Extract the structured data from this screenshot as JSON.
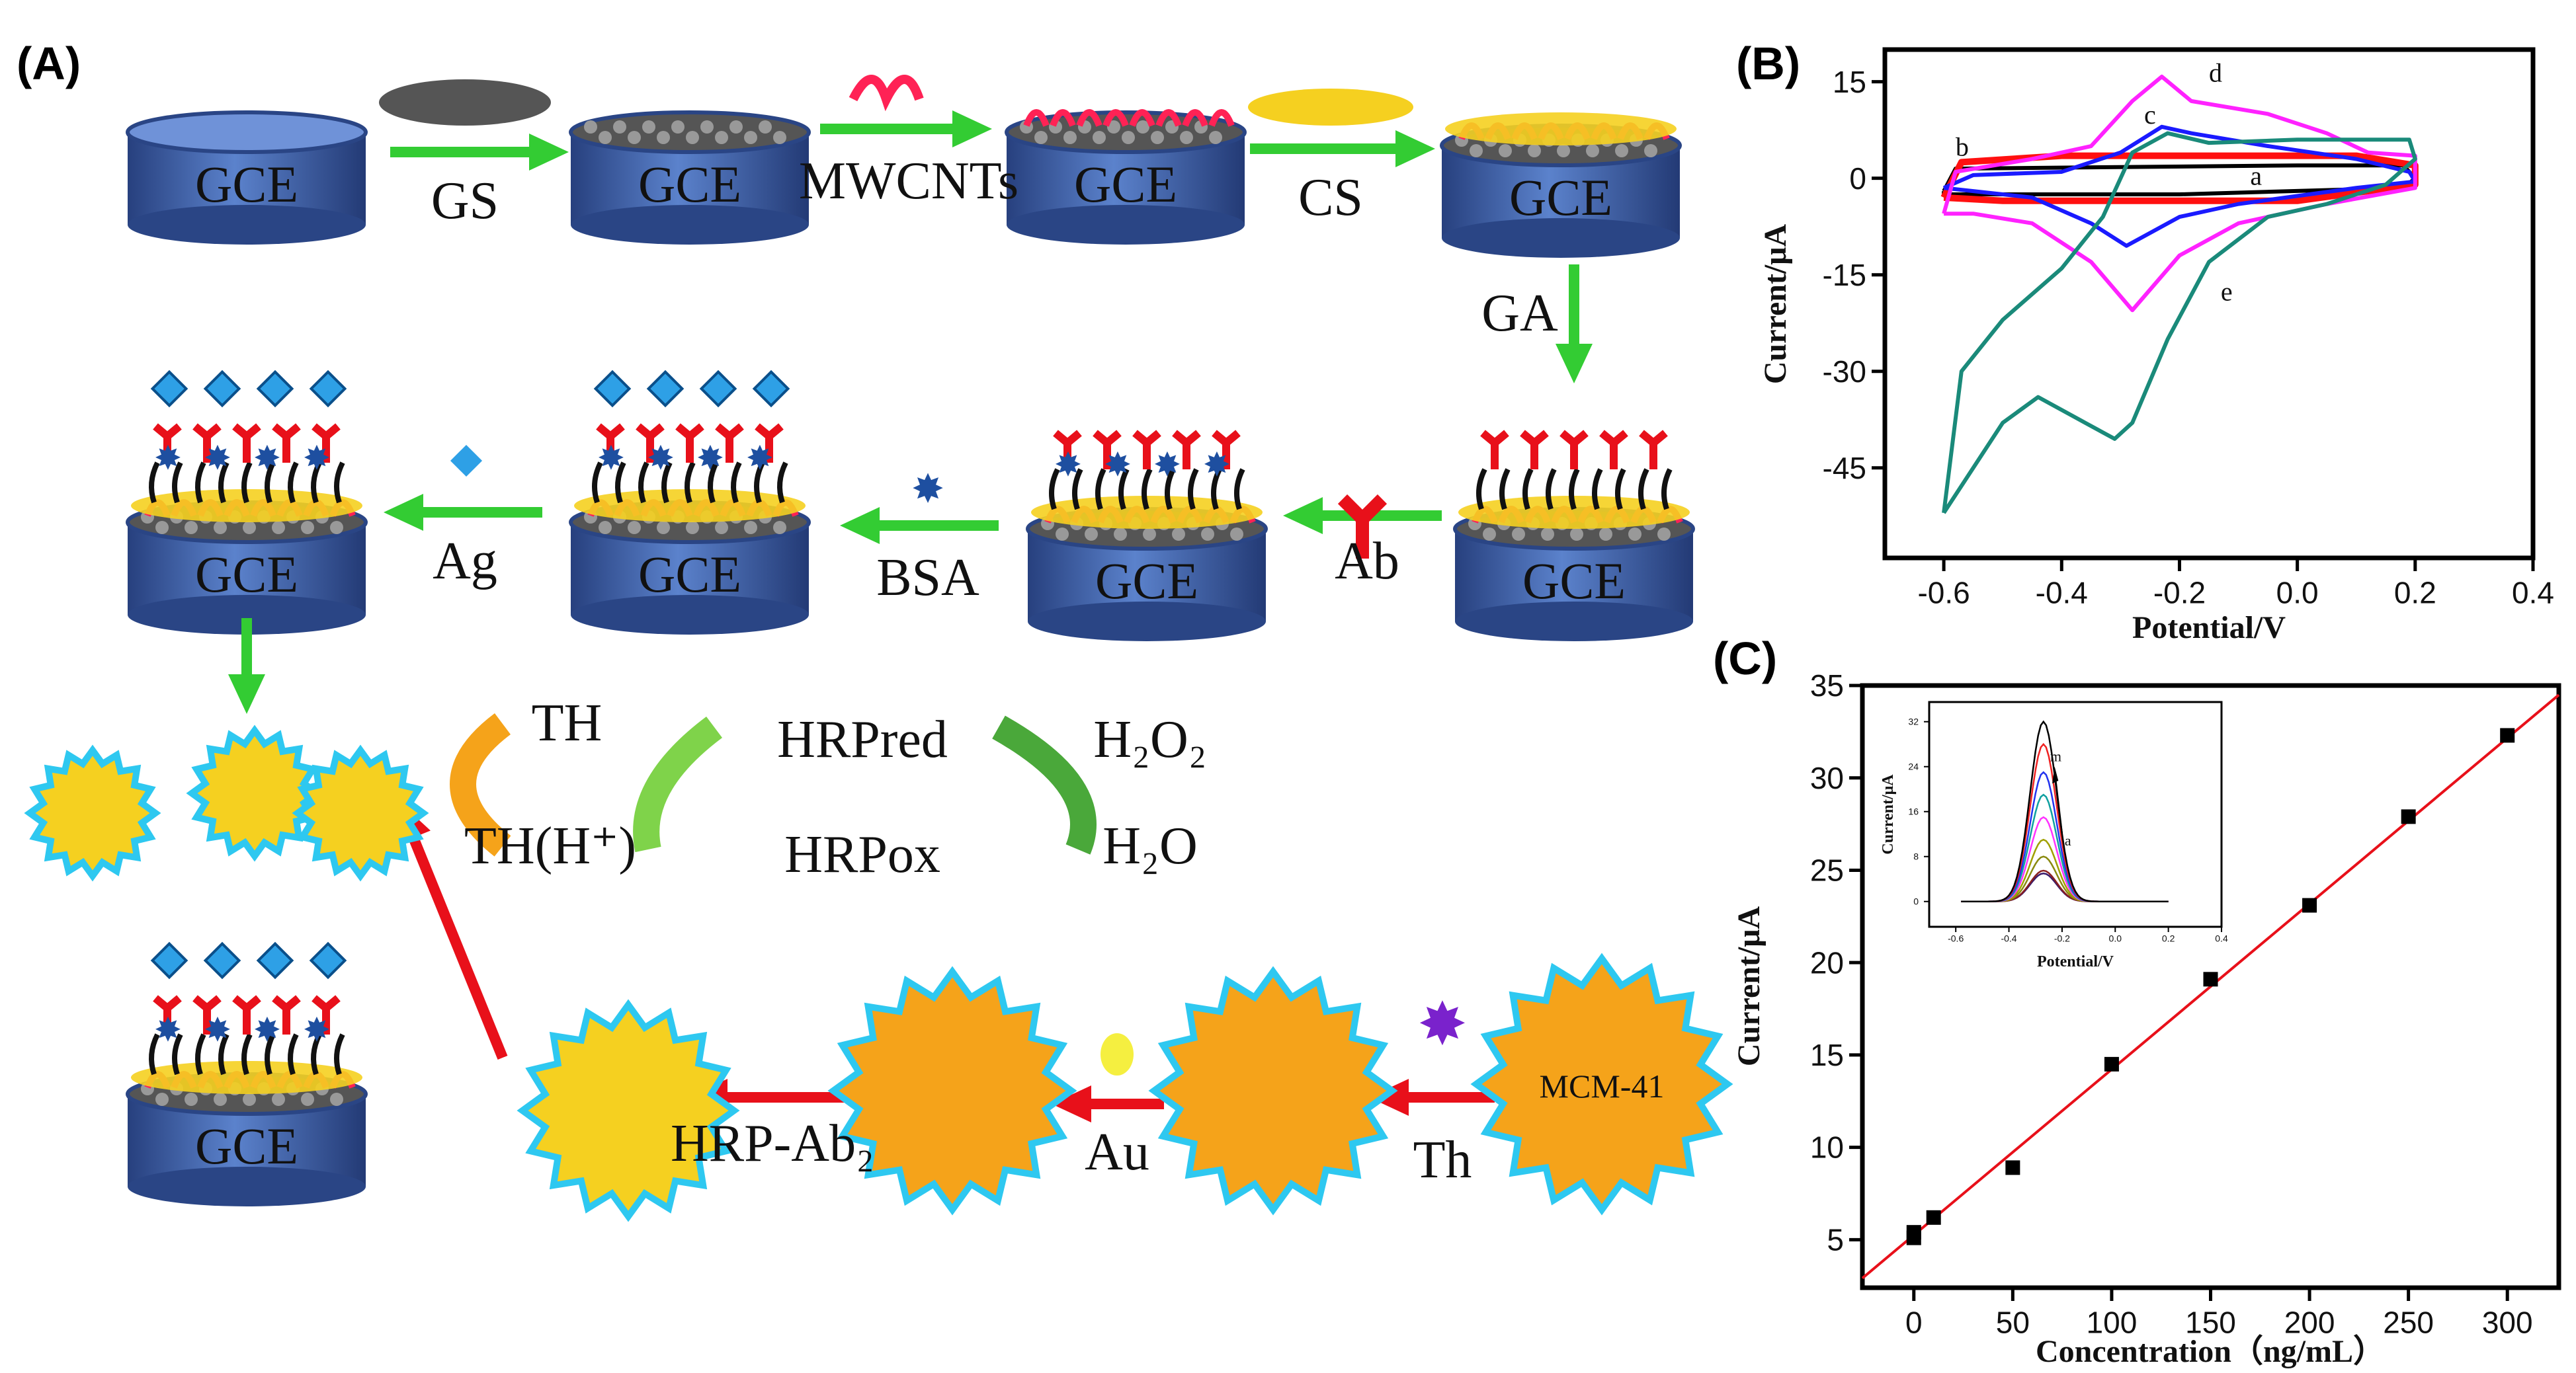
{
  "panels": {
    "a": "(A)",
    "b": "(B)",
    "c": "(C)"
  },
  "scheme": {
    "electrode": "GCE",
    "steps": {
      "gs": "GS",
      "mwcnts": "MWCNTs",
      "cs": "CS",
      "ga": "GA",
      "ab": "Ab",
      "bsa": "BSA",
      "ag": "Ag",
      "hrp_ab2": "HRP-Ab₂",
      "au": "Au",
      "th": "Th",
      "mcm41": "MCM-41"
    },
    "cycle": {
      "th": "TH",
      "th_h": "TH(H⁺)",
      "hrp_red": "HRPred",
      "hrp_ox": "HRPox",
      "h2o2": "H₂O₂",
      "h2o": "H₂O"
    },
    "colors": {
      "electrode": "#3d63ad",
      "green_arrow": "#33cc33",
      "red_arrow": "#e8101a",
      "mcm": "#f5a31a",
      "border": "#2ec8f0"
    }
  },
  "chart_data": [
    {
      "type": "line",
      "panel": "(B)",
      "xlabel": "Potential/V",
      "ylabel": "Current/μA",
      "xlim": [
        -0.7,
        0.4
      ],
      "ylim": [
        -59,
        20
      ],
      "xticks": [
        "-0.6",
        "-0.4",
        "-0.2",
        "0.0",
        "0.2",
        "0.4"
      ],
      "yticks": [
        "15",
        "0",
        "-15",
        "-30",
        "-45"
      ],
      "series": [
        {
          "name": "a",
          "color": "#000000",
          "points": [
            [
              -0.6,
              -2
            ],
            [
              -0.58,
              1.5
            ],
            [
              0.0,
              2
            ],
            [
              0.18,
              2
            ],
            [
              0.2,
              0
            ],
            [
              0.18,
              -1.5
            ],
            [
              -0.2,
              -2.5
            ],
            [
              -0.6,
              -2.5
            ],
            [
              -0.6,
              -2
            ]
          ]
        },
        {
          "name": "b",
          "color": "#ff1010",
          "points": [
            [
              -0.6,
              -3
            ],
            [
              -0.57,
              2.5
            ],
            [
              -0.4,
              3.5
            ],
            [
              0.1,
              3.5
            ],
            [
              0.2,
              2
            ],
            [
              0.2,
              -1
            ],
            [
              0,
              -3.5
            ],
            [
              -0.5,
              -3.5
            ],
            [
              -0.6,
              -3
            ]
          ]
        },
        {
          "name": "c",
          "color": "#1a1aff",
          "points": [
            [
              -0.6,
              -1.5
            ],
            [
              -0.55,
              0.5
            ],
            [
              -0.4,
              1
            ],
            [
              -0.3,
              4
            ],
            [
              -0.23,
              8
            ],
            [
              -0.18,
              7
            ],
            [
              -0.05,
              5
            ],
            [
              0.1,
              3
            ],
            [
              0.19,
              1
            ],
            [
              0.2,
              -0.5
            ],
            [
              0.1,
              -1.5
            ],
            [
              -0.1,
              -4
            ],
            [
              -0.2,
              -6
            ],
            [
              -0.29,
              -10.5
            ],
            [
              -0.35,
              -7
            ],
            [
              -0.45,
              -3
            ],
            [
              -0.6,
              -1.5
            ]
          ]
        },
        {
          "name": "d",
          "color": "#ff22ff",
          "points": [
            [
              -0.6,
              -5.5
            ],
            [
              -0.58,
              1
            ],
            [
              -0.45,
              3
            ],
            [
              -0.35,
              5
            ],
            [
              -0.28,
              12
            ],
            [
              -0.23,
              15.8
            ],
            [
              -0.18,
              12
            ],
            [
              -0.05,
              10
            ],
            [
              0.05,
              7
            ],
            [
              0.12,
              4
            ],
            [
              0.2,
              3.5
            ],
            [
              0.2,
              -1.5
            ],
            [
              0.05,
              -4
            ],
            [
              -0.1,
              -7
            ],
            [
              -0.2,
              -12
            ],
            [
              -0.28,
              -20.5
            ],
            [
              -0.35,
              -13
            ],
            [
              -0.45,
              -7
            ],
            [
              -0.55,
              -5.5
            ],
            [
              -0.6,
              -5.5
            ]
          ]
        },
        {
          "name": "e",
          "color": "#1a8a7a",
          "points": [
            [
              -0.6,
              -52
            ],
            [
              -0.57,
              -30
            ],
            [
              -0.5,
              -22
            ],
            [
              -0.4,
              -14
            ],
            [
              -0.33,
              -6
            ],
            [
              -0.28,
              4
            ],
            [
              -0.22,
              7
            ],
            [
              -0.15,
              5.5
            ],
            [
              0,
              6
            ],
            [
              0.19,
              6
            ],
            [
              0.2,
              3
            ],
            [
              0.15,
              -1
            ],
            [
              0.05,
              -4
            ],
            [
              -0.05,
              -6
            ],
            [
              -0.15,
              -13
            ],
            [
              -0.22,
              -25
            ],
            [
              -0.28,
              -38
            ],
            [
              -0.31,
              -40.5
            ],
            [
              -0.36,
              -38
            ],
            [
              -0.44,
              -34
            ],
            [
              -0.5,
              -38
            ],
            [
              -0.6,
              -52
            ]
          ]
        }
      ]
    },
    {
      "type": "scatter",
      "panel": "(C)",
      "xlabel": "Concentration（ng/mL）",
      "ylabel": "Current/μA",
      "xlim": [
        -26,
        326
      ],
      "ylim": [
        2.4,
        35
      ],
      "xticks": [
        "0",
        "50",
        "100",
        "150",
        "200",
        "250",
        "300"
      ],
      "yticks": [
        "5",
        "10",
        "15",
        "20",
        "25",
        "30",
        "35"
      ],
      "x": [
        0,
        0,
        10,
        50,
        100,
        150,
        200,
        250,
        300
      ],
      "y": [
        5.1,
        5.4,
        6.2,
        8.9,
        14.5,
        19.1,
        23.1,
        27.9,
        32.3
      ],
      "fit": {
        "slope": 0.0897,
        "intercept": 5.25,
        "color": "#e8101a"
      },
      "inset": {
        "type": "line",
        "xlabel": "Potential/V",
        "ylabel": "Current/μA",
        "xlim": [
          -0.7,
          0.4
        ],
        "ylim": [
          -4.5,
          35.5
        ],
        "xticks": [
          "-0.6",
          "-0.4",
          "-0.2",
          "0.0",
          "0.2",
          "0.4"
        ],
        "yticks": [
          "0",
          "8",
          "16",
          "24",
          "32"
        ],
        "peak_potential": -0.27,
        "peak_currents": [
          5,
          5.5,
          8,
          11,
          15,
          19,
          23,
          28,
          32
        ],
        "colors": [
          "#3a1a6a",
          "#8a2020",
          "#8a8a10",
          "#a0a000",
          "#ff33ff",
          "#10a0a0",
          "#2233ee",
          "#ee2222",
          "#000000"
        ],
        "arrow_from": "a",
        "arrow_to": "m"
      }
    }
  ]
}
